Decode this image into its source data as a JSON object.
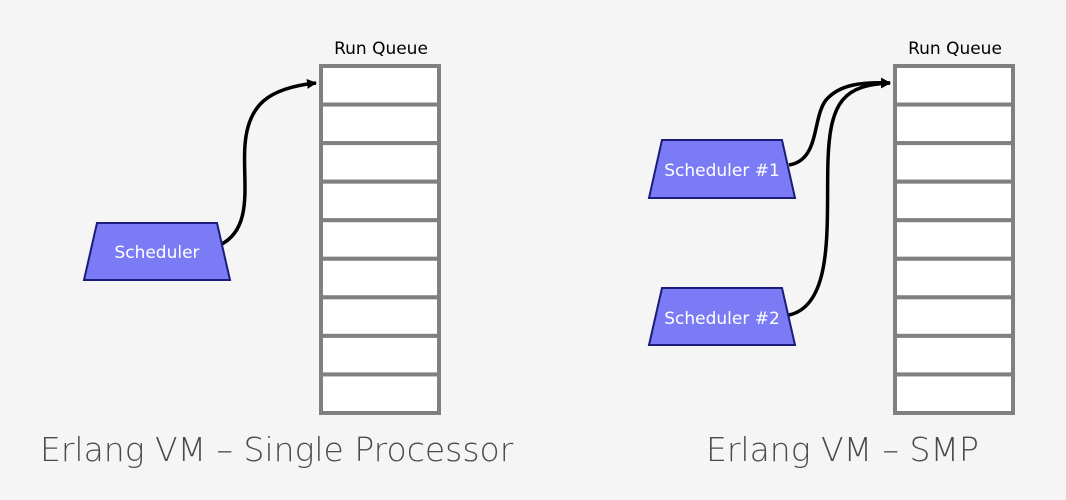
{
  "colors": {
    "background": "#f5f5f5",
    "queue_stroke": "#808080",
    "queue_fill": "#ffffff",
    "scheduler_fill": "#7b7cf5",
    "scheduler_stroke": "#1c1c7a",
    "arrow": "#000000",
    "caption": "#4a4a4a"
  },
  "left": {
    "queue_label": "Run Queue",
    "slot_count": 9,
    "schedulers": [
      "Scheduler"
    ],
    "caption": "Erlang VM – Single Processor"
  },
  "right": {
    "queue_label": "Run Queue",
    "slot_count": 9,
    "schedulers": [
      "Scheduler #1",
      "Scheduler #2"
    ],
    "caption": "Erlang VM – SMP"
  }
}
